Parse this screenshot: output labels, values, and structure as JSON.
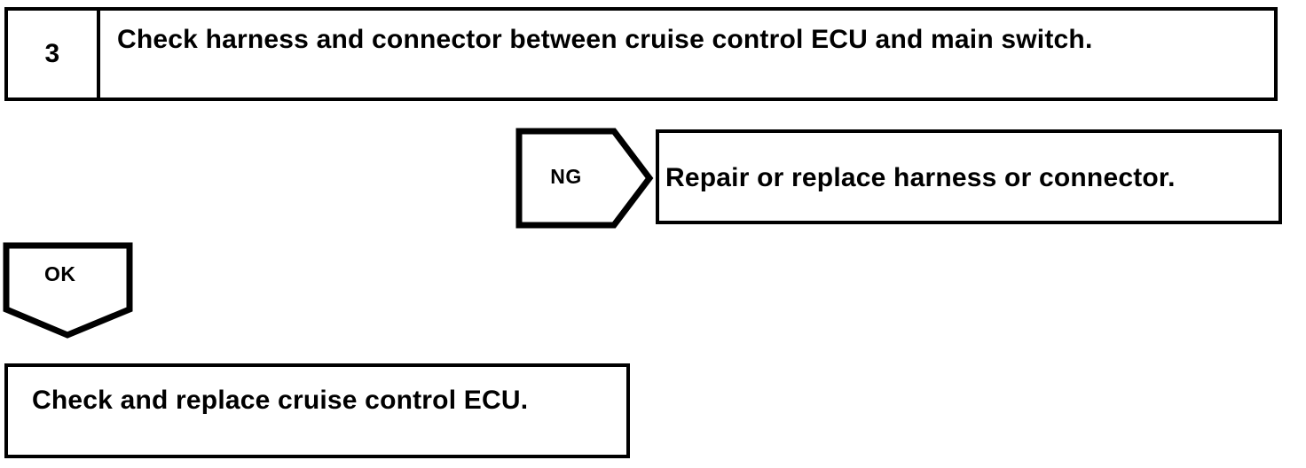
{
  "diagram": {
    "type": "troubleshooting-flowchart",
    "colors": {
      "stroke": "#000000",
      "fill": "#ffffff",
      "text": "#000000"
    },
    "step_box": {
      "number": "3",
      "instruction": "Check harness and connector between cruise control ECU and main switch."
    },
    "ng_branch": {
      "label": "NG",
      "result": "Repair or replace harness or connector."
    },
    "ok_branch": {
      "label": "OK",
      "result": "Check and replace cruise control ECU."
    }
  }
}
